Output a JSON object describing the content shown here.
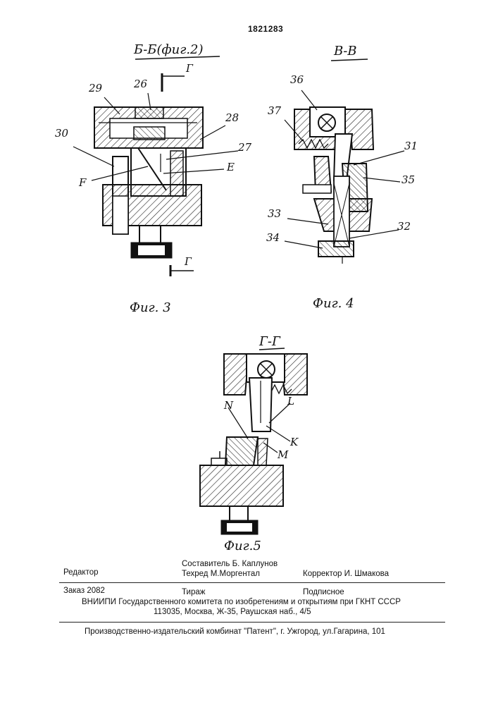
{
  "page_number": "1821283",
  "fig3": {
    "section_title": "Б-Б(фиг.2)",
    "section_mark_top": "Г",
    "section_mark_bottom": "Г",
    "labels": {
      "l29": "29",
      "l26": "26",
      "l28": "28",
      "l30": "30",
      "l27": "27",
      "lE": "E",
      "lF": "F"
    },
    "caption": "Фиг. 3"
  },
  "fig4": {
    "section_title": "В-В",
    "labels": {
      "l36": "36",
      "l37": "37",
      "l31": "31",
      "l35": "35",
      "l33": "33",
      "l32": "32",
      "l34": "34"
    },
    "caption": "Фиг. 4"
  },
  "fig5": {
    "section_title": "Г-Г",
    "labels": {
      "lN": "N",
      "lL": "L",
      "lK": "K",
      "lM": "M"
    },
    "caption": "Фиг.5"
  },
  "imprint": {
    "editor": "Редактор",
    "compiler": "Составитель  Б. Каплунов",
    "techred": "Техред М.Моргентал",
    "corrector": "Корректор  И. Шмакова",
    "order": "Заказ  2082",
    "circulation": "Тираж",
    "subscription": "Подписное",
    "vniipi": "ВНИИПИ Государственного комитета по изобретениям и открытиям при ГКНТ СССР",
    "address": "113035, Москва, Ж-35, Раушская наб., 4/5",
    "publisher": "Производственно-издательский комбинат \"Патент\", г. Ужгород, ул.Гагарина, 101"
  }
}
